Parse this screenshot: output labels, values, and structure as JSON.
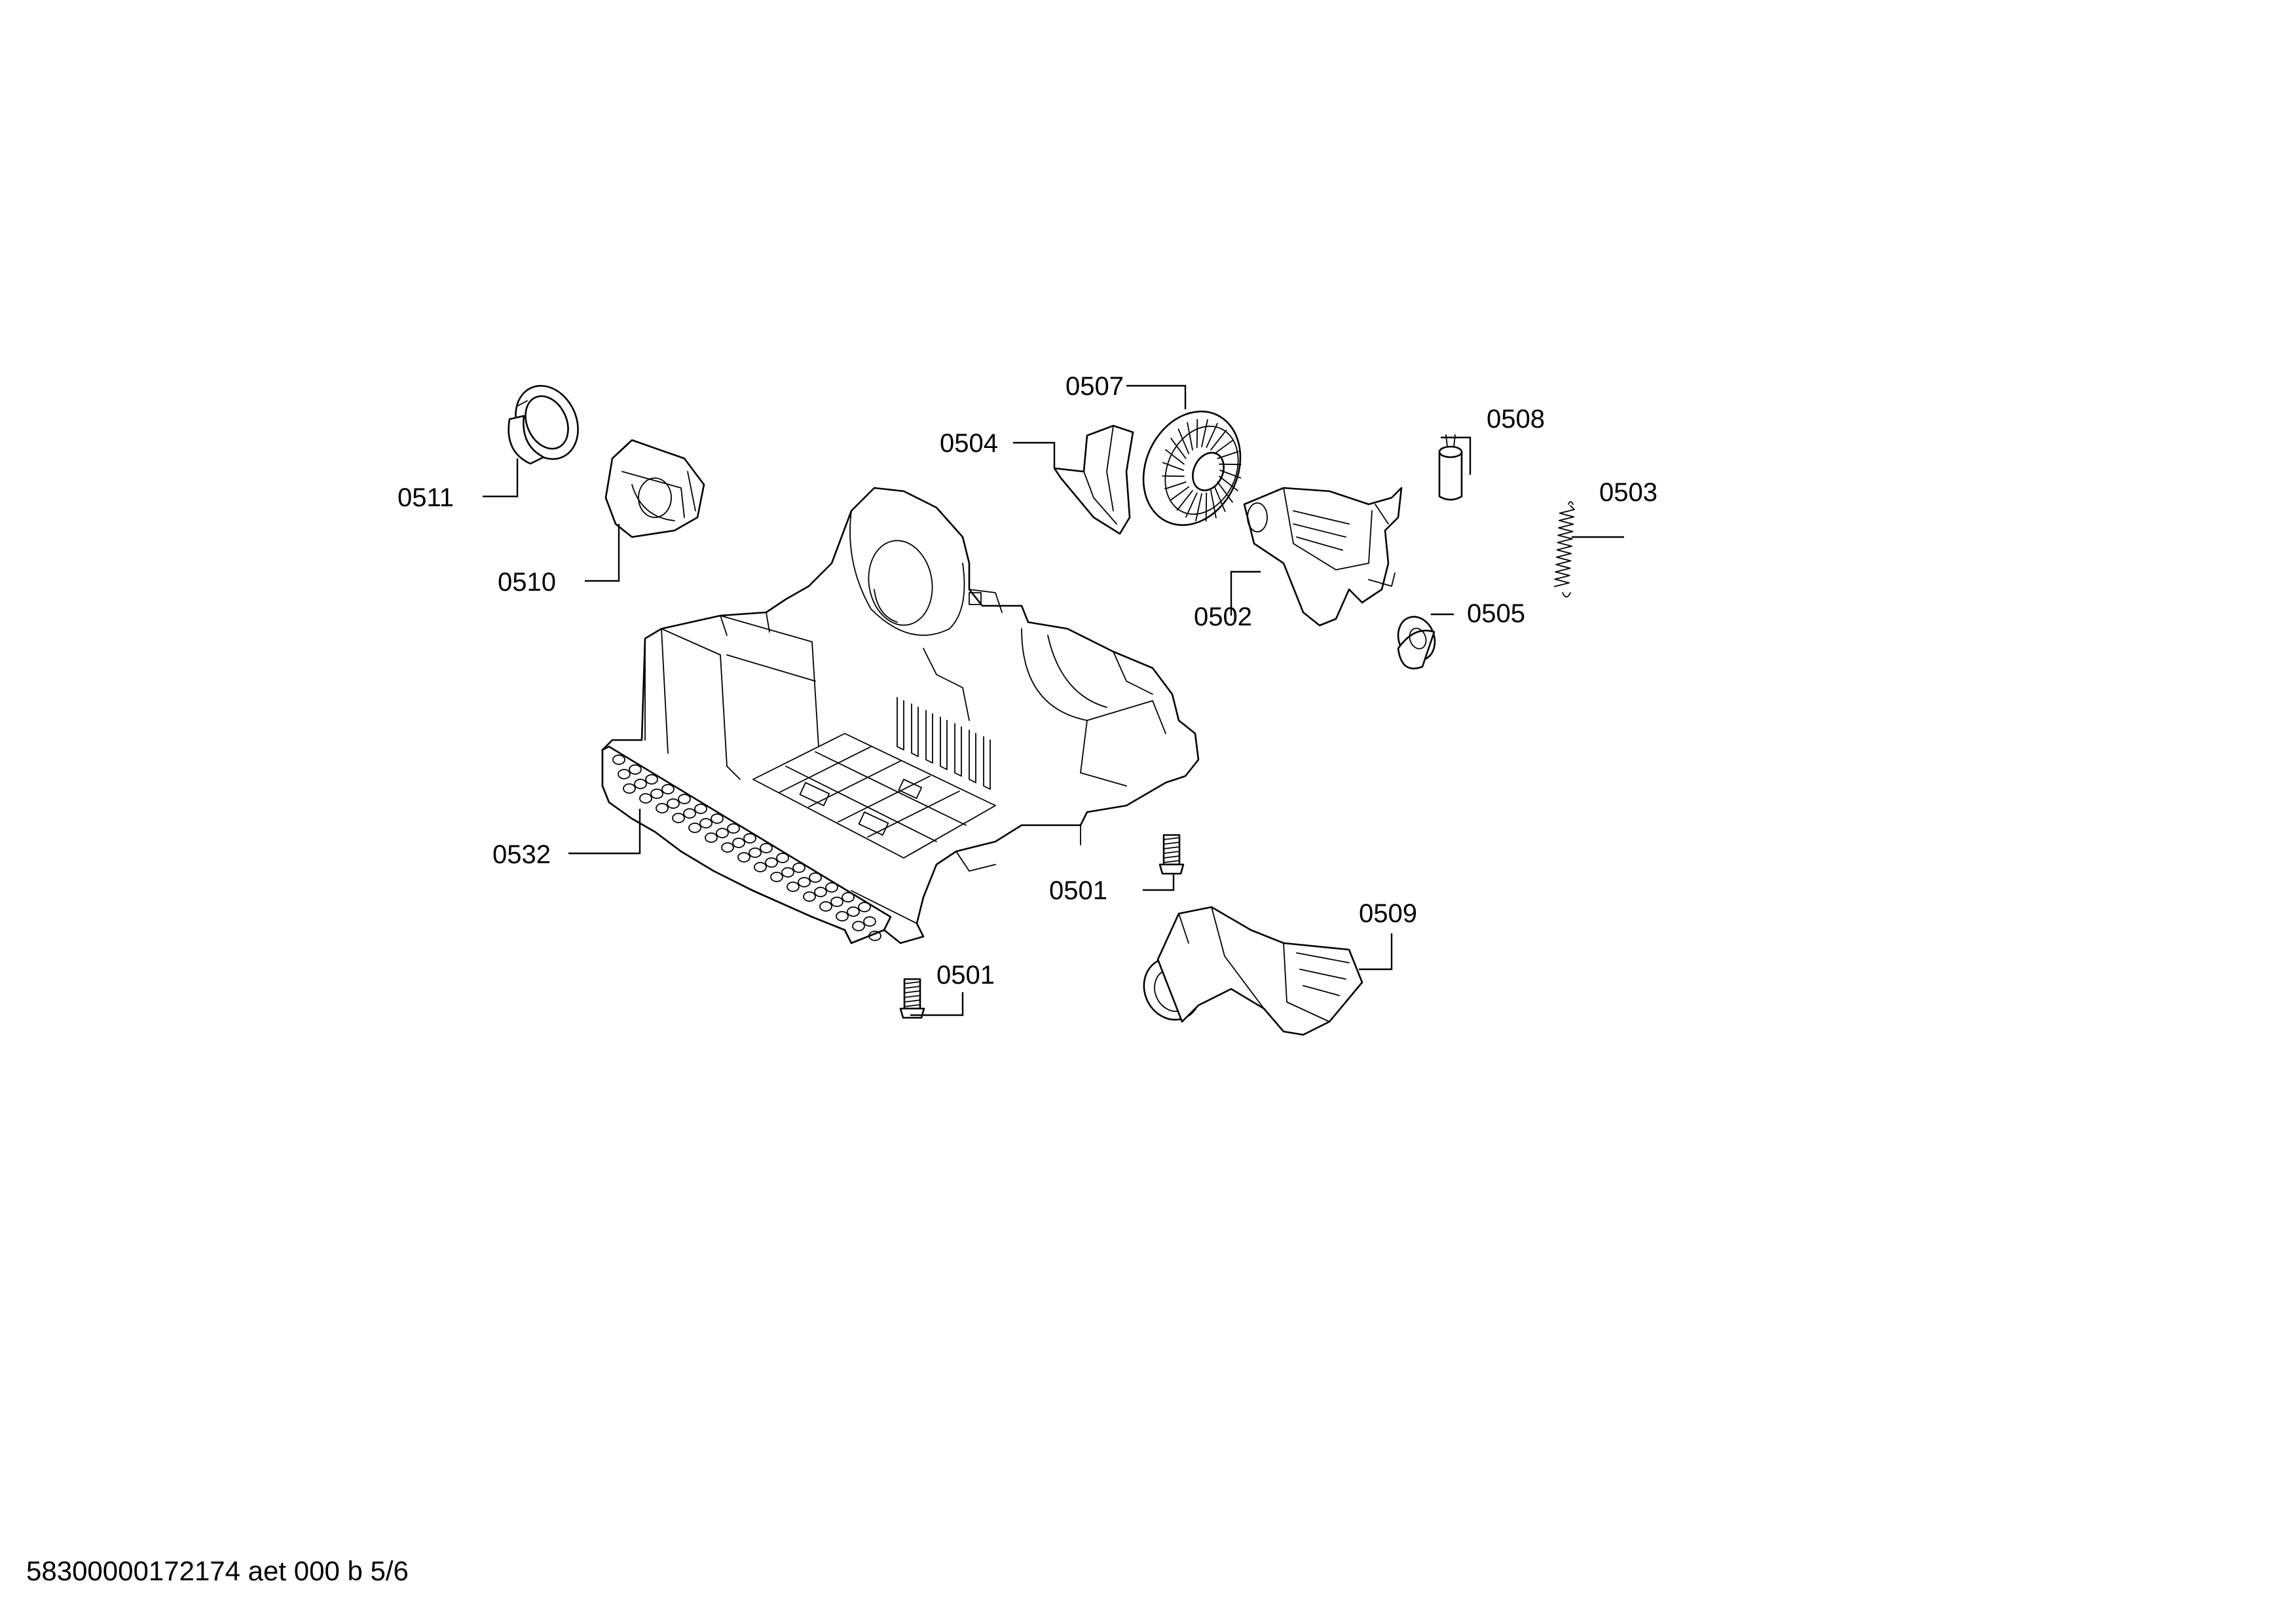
{
  "diagram": {
    "parts": [
      {
        "id": "p0511",
        "label": "0511",
        "icon": "ring-collar-icon"
      },
      {
        "id": "p0510",
        "label": "0510",
        "icon": "fan-housing-icon"
      },
      {
        "id": "p0507",
        "label": "0507",
        "icon": "fan-wheel-icon"
      },
      {
        "id": "p0504",
        "label": "0504",
        "icon": "air-guide-icon"
      },
      {
        "id": "p0508",
        "label": "0508",
        "icon": "capacitor-icon"
      },
      {
        "id": "p0503",
        "label": "0503",
        "icon": "tension-spring-icon"
      },
      {
        "id": "p0502",
        "label": "0502",
        "icon": "motor-icon"
      },
      {
        "id": "p0505",
        "label": "0505",
        "icon": "pulley-icon"
      },
      {
        "id": "p0532",
        "label": "0532",
        "icon": "base-frame-icon"
      },
      {
        "id": "p0501a",
        "label": "0501",
        "icon": "screw-icon"
      },
      {
        "id": "p0501b",
        "label": "0501",
        "icon": "screw-icon"
      },
      {
        "id": "p0509",
        "label": "0509",
        "icon": "air-duct-icon"
      }
    ],
    "footer_text": "58300000172174 aet 000 b 5/6"
  }
}
